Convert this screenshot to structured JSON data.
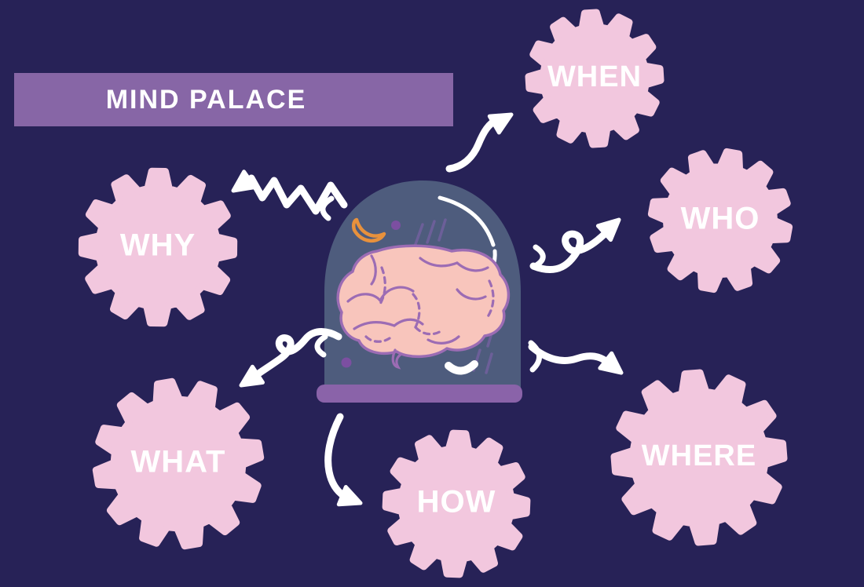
{
  "title": {
    "label": "MIND PALACE"
  },
  "center": {
    "icon": "brain-in-glass-dome-icon"
  },
  "nodes": [
    {
      "id": "when",
      "label": "WHEN",
      "position": "top"
    },
    {
      "id": "who",
      "label": "WHO",
      "position": "upper-right"
    },
    {
      "id": "where",
      "label": "WHERE",
      "position": "lower-right"
    },
    {
      "id": "how",
      "label": "HOW",
      "position": "bottom-center"
    },
    {
      "id": "what",
      "label": "WHAT",
      "position": "lower-left"
    },
    {
      "id": "why",
      "label": "WHY",
      "position": "upper-left"
    }
  ],
  "connections": [
    {
      "from": "center",
      "to": "when",
      "arrow_style": "curved"
    },
    {
      "from": "center",
      "to": "who",
      "arrow_style": "loop"
    },
    {
      "from": "center",
      "to": "where",
      "arrow_style": "wavy"
    },
    {
      "from": "center",
      "to": "how",
      "arrow_style": "curved"
    },
    {
      "from": "center",
      "to": "what",
      "arrow_style": "loop"
    },
    {
      "from": "center",
      "to": "why",
      "arrow_style": "zigzag"
    }
  ],
  "colors": {
    "background": "#272257",
    "banner": "#8766a6",
    "gear_pink": "#f2c7de",
    "dome_glass": "#4e5c7d",
    "dome_base": "#8a63a9",
    "brain_fill": "#f8c5bc",
    "brain_outline": "#9c6cb4",
    "accent_orange": "#e8913c",
    "rain_lines": "#6c5f99",
    "dots": "#7c4fa1",
    "text": "#ffffff",
    "arrows": "#ffffff"
  }
}
